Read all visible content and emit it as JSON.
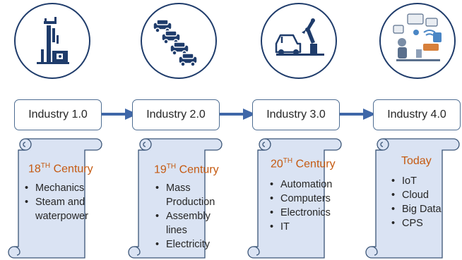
{
  "stages": [
    {
      "label": "Industry 1.0",
      "century": "18",
      "century_sup": "TH",
      "century_word": "Century",
      "items": [
        "Mechanics",
        "Steam and waterpower"
      ],
      "icon": "steam-engine-icon"
    },
    {
      "label": "Industry 2.0",
      "century": "19",
      "century_sup": "TH",
      "century_word": "Century",
      "items": [
        "Mass Production",
        "Assembly lines",
        "Electricity"
      ],
      "icon": "assembly-line-cars-icon"
    },
    {
      "label": "Industry 3.0",
      "century": "20",
      "century_sup": "TH",
      "century_word": "Century",
      "items": [
        "Automation",
        "Computers",
        "Electronics",
        "IT"
      ],
      "icon": "robot-arm-car-icon"
    },
    {
      "label": "Industry 4.0",
      "century_plain": "Today",
      "items": [
        "IoT",
        "Cloud",
        "Big Data",
        "CPS"
      ],
      "icon": "smart-factory-iot-icon"
    }
  ],
  "colors": {
    "accent": "#c55a11",
    "arrow": "#3f67a8",
    "scroll_fill": "#dae3f3",
    "outline": "#1f3c6b"
  }
}
